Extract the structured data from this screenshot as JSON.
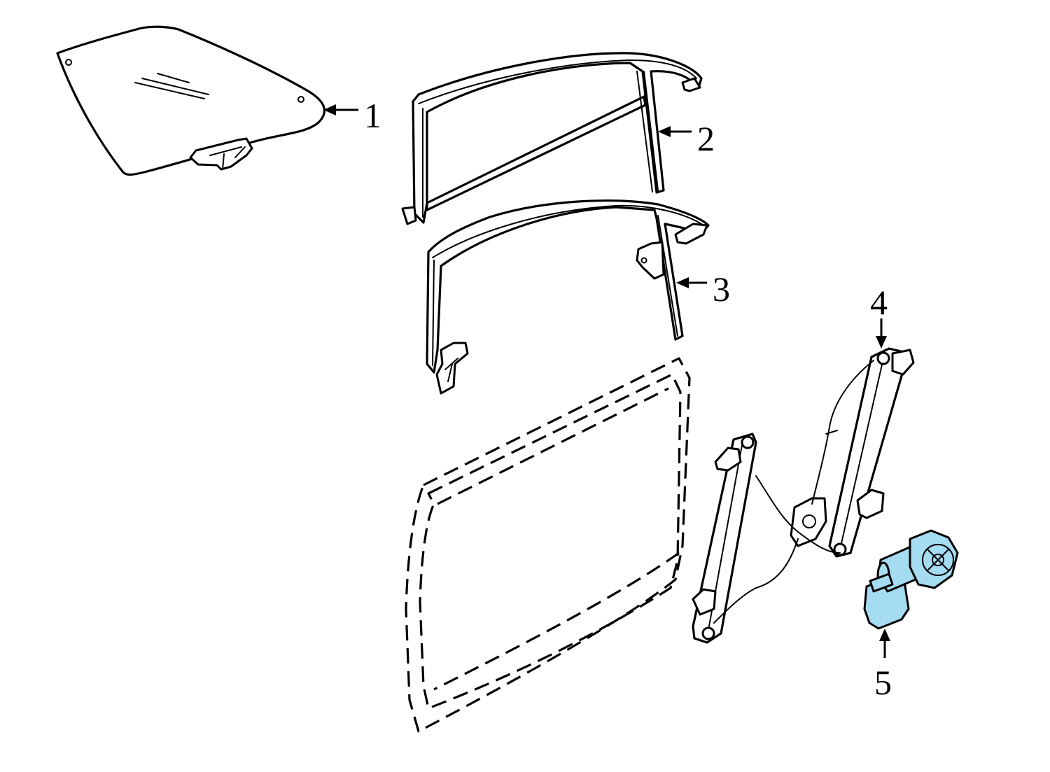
{
  "diagram": {
    "highlight_color": "#a6dcf2",
    "line_color": "#000000",
    "background": "#ffffff",
    "callouts": [
      {
        "id": "1",
        "label": "1",
        "part": "door-glass"
      },
      {
        "id": "2",
        "label": "2",
        "part": "glass-run-channel"
      },
      {
        "id": "3",
        "label": "3",
        "part": "door-frame-seal"
      },
      {
        "id": "4",
        "label": "4",
        "part": "window-regulator"
      },
      {
        "id": "5",
        "label": "5",
        "part": "window-motor",
        "highlighted": true
      }
    ]
  }
}
